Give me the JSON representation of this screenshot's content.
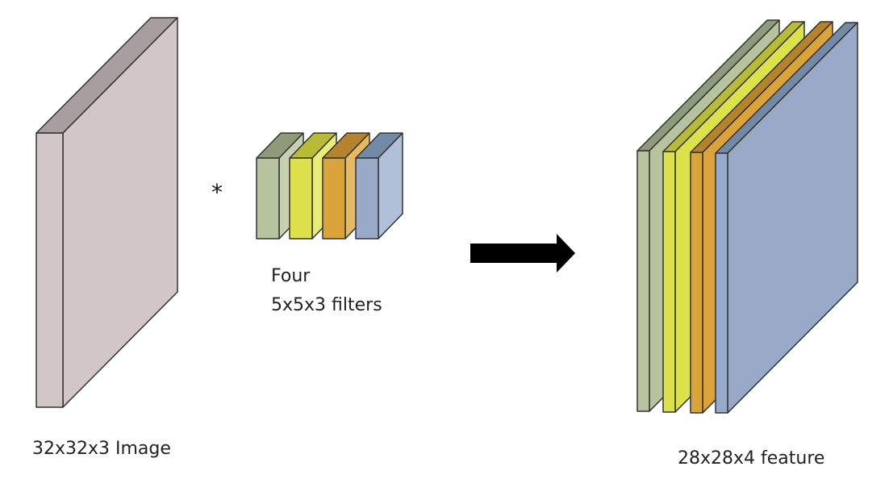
{
  "input": {
    "label": "32x32x3 Image",
    "color": "#d3c6c6"
  },
  "operator": "*",
  "filters": {
    "label_line1": "Four",
    "label_line2": "5x5x3 filters",
    "colors": [
      "#b6c39e",
      "#dde24c",
      "#dba33c",
      "#98aac7"
    ]
  },
  "arrow": "right-arrow",
  "output": {
    "label": "28x28x4 feature",
    "colors": [
      "#b6c39e",
      "#dde24c",
      "#dba33c",
      "#98aac7"
    ]
  }
}
